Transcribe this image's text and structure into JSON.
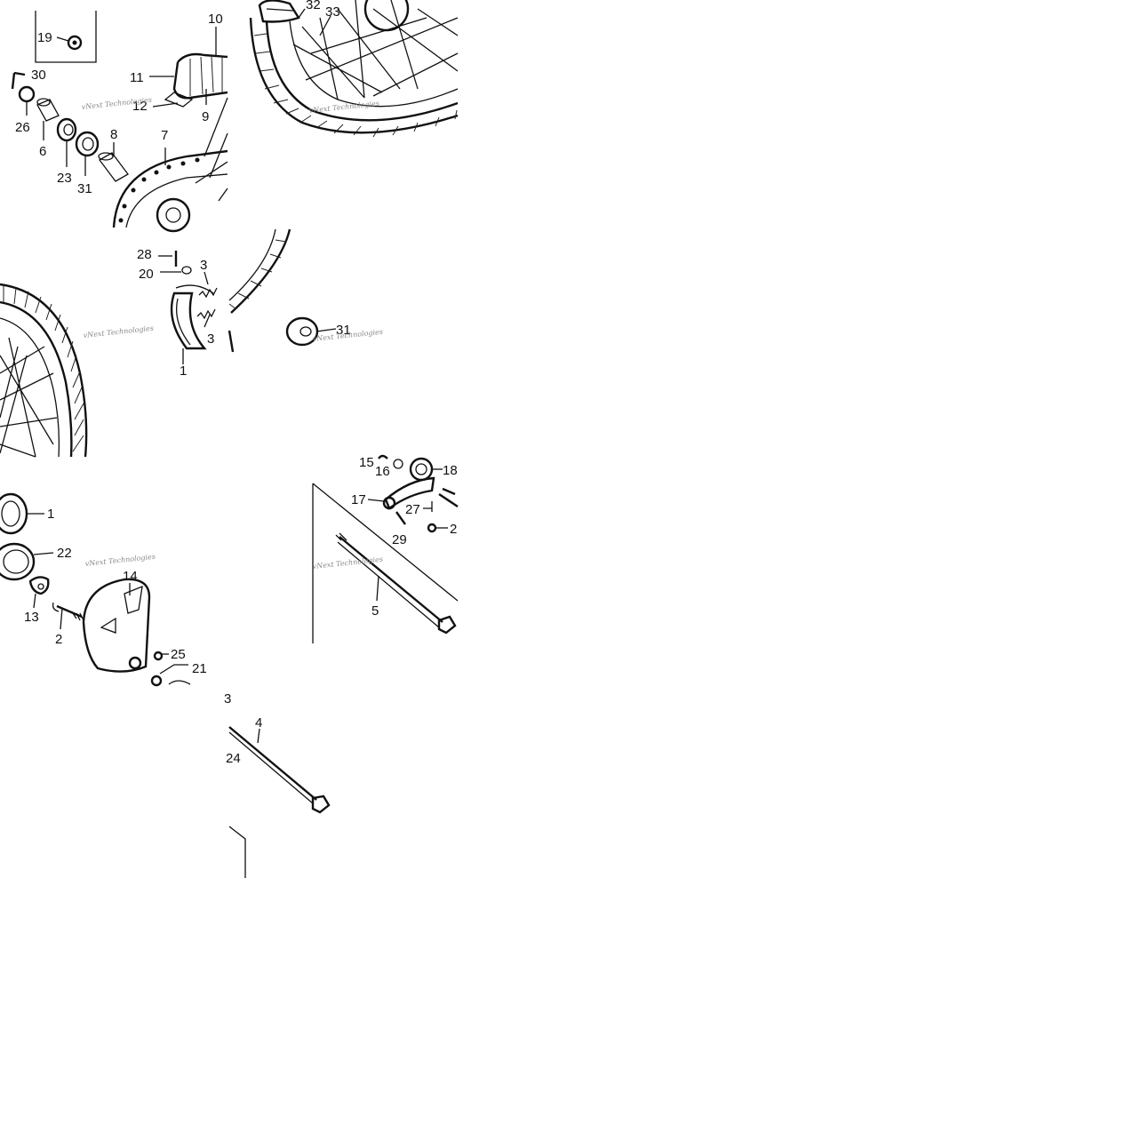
{
  "diagram": {
    "callouts": {
      "c19": "19",
      "c10": "10",
      "c11": "11",
      "c30": "30",
      "c12": "12",
      "c9": "9",
      "c26": "26",
      "c6": "6",
      "c8": "8",
      "c7": "7",
      "c23": "23",
      "c31a": "31",
      "c32": "32",
      "c33": "33",
      "c28": "28",
      "c20": "20",
      "c3a": "3",
      "c3b": "3",
      "c1a": "1",
      "c31b": "31",
      "c15": "15",
      "c16": "16",
      "c18": "18",
      "c17": "17",
      "c27": "27",
      "c29": "29",
      "c2a": "2",
      "c1b": "1",
      "c22": "22",
      "c14": "14",
      "c13": "13",
      "c2b": "2",
      "c5": "5",
      "c25": "25",
      "c21": "21",
      "c4": "4",
      "c24": "24",
      "c3c": "3"
    },
    "watermark": "vNext Technologies"
  }
}
